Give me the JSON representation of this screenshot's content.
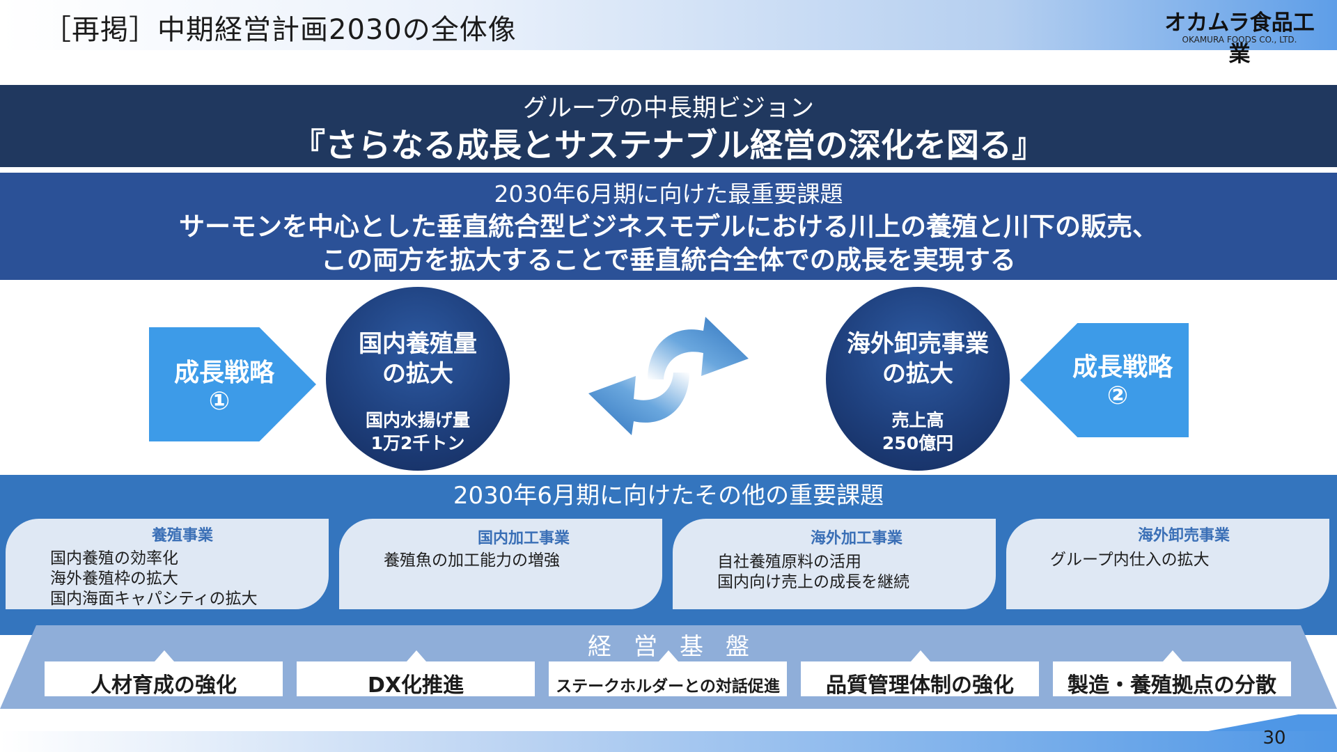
{
  "header": {
    "title": "［再掲］中期経営計画2030の全体像",
    "logo_text": "オカムラ食品工業",
    "logo_sub": "OKAMURA FOODS CO., LTD."
  },
  "vision": {
    "subtitle": "グループの中長期ビジョン",
    "main": "『さらなる成長とサステナブル経営の深化を図る』"
  },
  "key_issue": {
    "heading": "2030年6月期に向けた最重要課題",
    "line1": "サーモンを中心とした垂直統合型ビジネスモデルにおける川上の養殖と川下の販売、",
    "line2": "この両方を拡大することで垂直統合全体での成長を実現する"
  },
  "strategies": [
    {
      "title": "成長戦略",
      "number": "①"
    },
    {
      "title": "成長戦略",
      "number": "②"
    }
  ],
  "circles": [
    {
      "title_line1": "国内養殖量",
      "title_line2": "の拡大",
      "sub_line1": "国内水揚げ量",
      "sub_line2": "1万2千トン"
    },
    {
      "title_line1": "海外卸売事業",
      "title_line2": "の拡大",
      "sub_line1": "売上高",
      "sub_line2": "250億円"
    }
  ],
  "other_issues": {
    "heading": "2030年6月期に向けたその他の重要課題",
    "cards": [
      {
        "title": "養殖事業",
        "items": [
          "国内養殖の効率化",
          "海外養殖枠の拡大",
          "国内海面キャパシティの拡大"
        ]
      },
      {
        "title": "国内加工事業",
        "items": [
          "養殖魚の加工能力の増強"
        ]
      },
      {
        "title": "海外加工事業",
        "items": [
          "自社養殖原料の活用",
          "国内向け売上の成長を継続"
        ]
      },
      {
        "title": "海外卸売事業",
        "items": [
          "グループ内仕入の拡大"
        ]
      }
    ]
  },
  "foundation": {
    "title": "経営基盤",
    "items": [
      "人材育成の強化",
      "DX化推進",
      "ステークホルダーとの対話促進",
      "品質管理体制の強化",
      "製造・養殖拠点の分散"
    ]
  },
  "page_number": "30",
  "colors": {
    "navy": "#20385f",
    "blue": "#2b5197",
    "mid_blue": "#3475be",
    "light_blue": "#3d9be8",
    "foundation": "#8faed9"
  }
}
